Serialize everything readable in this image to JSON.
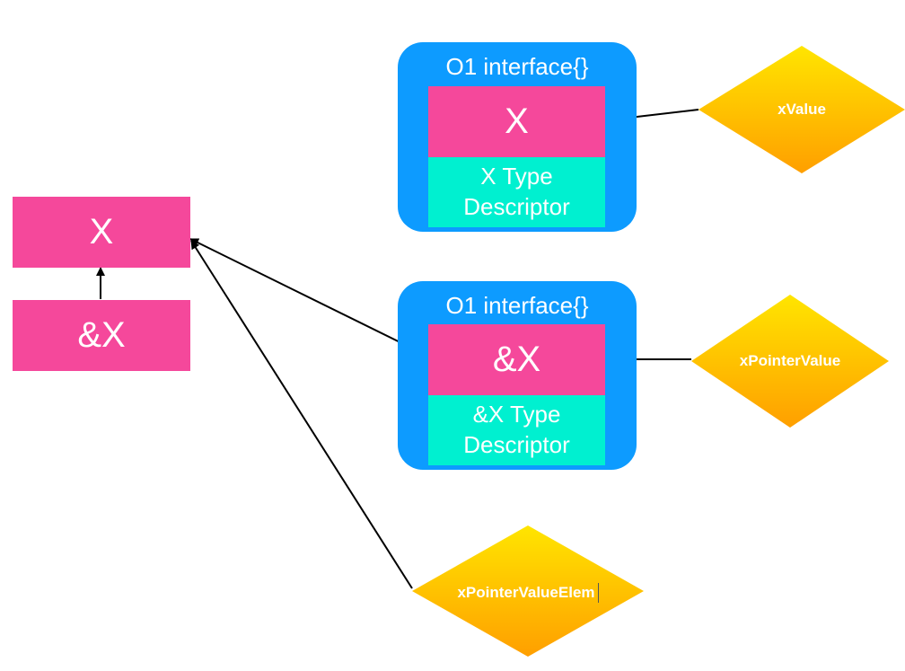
{
  "left": {
    "x_label": "X",
    "ptr_label": "&X"
  },
  "iface_value": {
    "title": "O1 interface{}",
    "value_label": "X",
    "type_line1": "X Type",
    "type_line2": "Descriptor"
  },
  "iface_pointer": {
    "title": "O1 interface{}",
    "value_label": "&X",
    "type_line1": "&X Type",
    "type_line2": "Descriptor"
  },
  "diamonds": {
    "xvalue": "xValue",
    "xpointervalue": "xPointerValue",
    "xpointervalueelem": "xPointerValueElem"
  },
  "colors": {
    "pink": "#f5489b",
    "cyan": "#00f0d0",
    "blue": "#0d9bff",
    "diamond_top": "#ffe500",
    "diamond_bottom": "#ff9f00"
  }
}
